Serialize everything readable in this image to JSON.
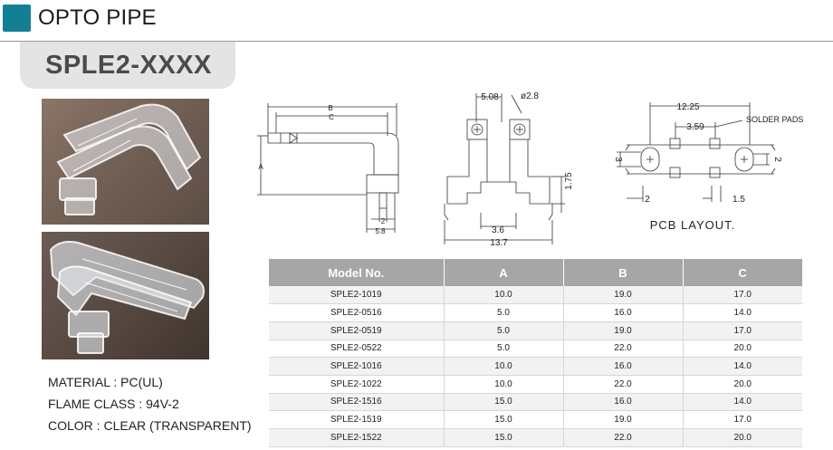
{
  "header": {
    "title": "OPTO PIPE",
    "accent_color": "#137f95"
  },
  "model": {
    "title": "SPLE2-XXXX"
  },
  "photos": [
    {
      "name": "light-pipe-photo-side"
    },
    {
      "name": "light-pipe-photo-front"
    }
  ],
  "specs": {
    "material": "MATERIAL : PC(UL)",
    "flame": "FLAME CLASS : 94V-2",
    "color": "COLOR : CLEAR (TRANSPARENT)"
  },
  "drawings": {
    "side": {
      "b": "B",
      "c": "C",
      "a": "A",
      "dim_2": "2",
      "dim_58": "5.8"
    },
    "front": {
      "pitch": "5.08",
      "dia": "ø2.8",
      "h175": "1.75",
      "w36": "3.6",
      "w137": "13.7"
    },
    "pcb": {
      "w1225": "12.25",
      "w359": "3.59",
      "pads": "SOLDER PADS",
      "h3": "3",
      "h2": "2",
      "d2": "2",
      "d15": "1.5",
      "caption": "PCB  LAYOUT."
    }
  },
  "table": {
    "headers": [
      "Model No.",
      "A",
      "B",
      "C"
    ],
    "rows": [
      [
        "SPLE2-1019",
        "10.0",
        "19.0",
        "17.0"
      ],
      [
        "SPLE2-0516",
        "5.0",
        "16.0",
        "14.0"
      ],
      [
        "SPLE2-0519",
        "5.0",
        "19.0",
        "17.0"
      ],
      [
        "SPLE2-0522",
        "5.0",
        "22.0",
        "20.0"
      ],
      [
        "SPLE2-1016",
        "10.0",
        "16.0",
        "14.0"
      ],
      [
        "SPLE2-1022",
        "10.0",
        "22.0",
        "20.0"
      ],
      [
        "SPLE2-1516",
        "15.0",
        "16.0",
        "14.0"
      ],
      [
        "SPLE2-1519",
        "15.0",
        "19.0",
        "17.0"
      ],
      [
        "SPLE2-1522",
        "15.0",
        "22.0",
        "20.0"
      ]
    ]
  }
}
